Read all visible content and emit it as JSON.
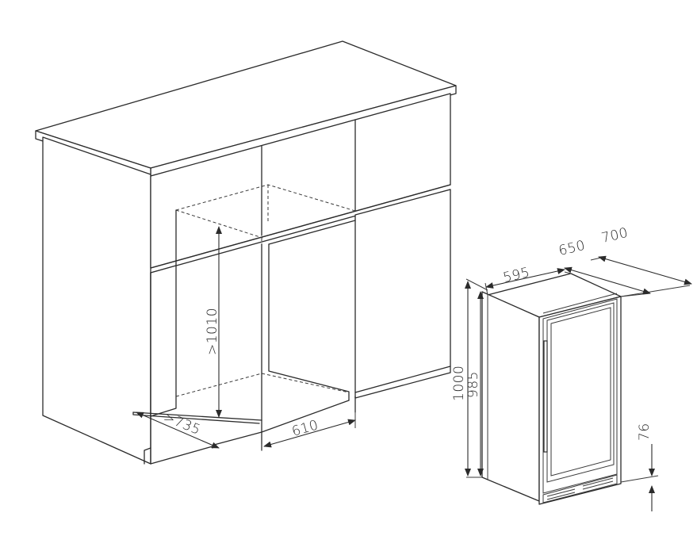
{
  "dimensions": {
    "cabinet_height_min": ">1010",
    "cabinet_depth_min": ">735",
    "cabinet_width": "610",
    "appliance_width": "595",
    "appliance_depth_body": "650",
    "appliance_depth_total": "700",
    "appliance_height_max": "1000",
    "appliance_height_min": "985",
    "plinth_height": "76"
  },
  "colors": {
    "line": "#2b2b2b",
    "background": "#ffffff"
  }
}
